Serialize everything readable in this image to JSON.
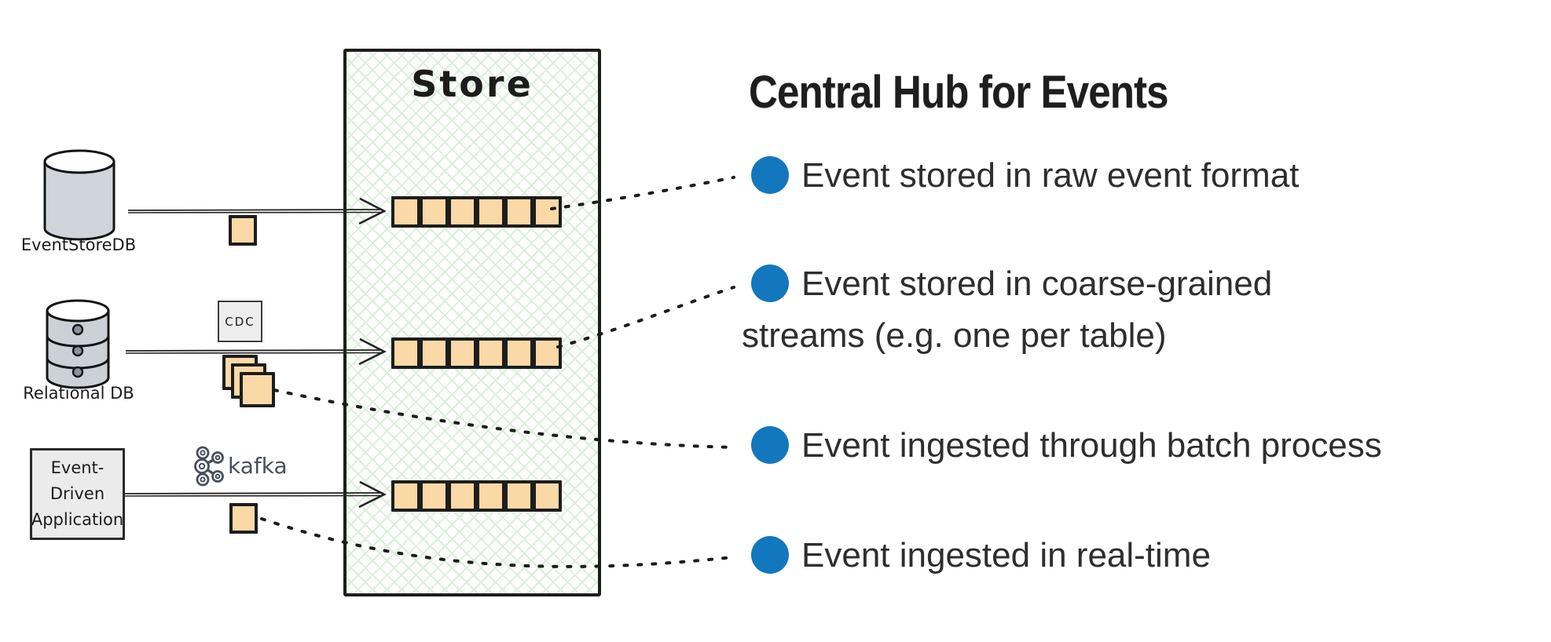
{
  "title": "Central Hub for Events",
  "store": {
    "label": "Store",
    "streams": [
      {
        "name": "raw-event-stream",
        "squares": 6
      },
      {
        "name": "coarse-grained-stream",
        "squares": 6
      },
      {
        "name": "real-time-stream",
        "squares": 6
      }
    ]
  },
  "sources": [
    {
      "label": "EventStoreDB"
    },
    {
      "label": "Relational DB"
    },
    {
      "lines": [
        "Event-",
        "Driven",
        "Application"
      ]
    }
  ],
  "connectors": {
    "cdc_label": "CDC",
    "kafka_label": "kafka"
  },
  "bullets": [
    {
      "text": "Event stored in raw event format"
    },
    {
      "line1": "Event stored in coarse-grained",
      "line2": "streams (e.g. one per table)"
    },
    {
      "text": "Event ingested through batch process"
    },
    {
      "text": "Event ingested in real-time"
    }
  ],
  "colors": {
    "bullet_blue": "#1277bd",
    "event_square_orange": "#fbd9a6",
    "store_grid_green": "#dbeedb",
    "outline_dark": "#1d1d1d",
    "kafka_gray": "#47505b"
  }
}
